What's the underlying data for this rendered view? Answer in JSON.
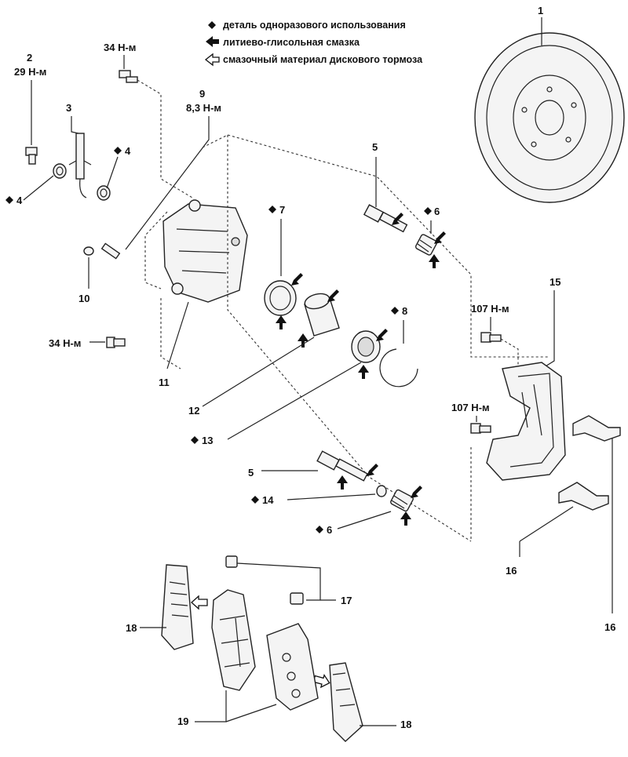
{
  "legend": {
    "single_use": "деталь одноразового использования",
    "lithium_grease": "литиево-глисольная смазка",
    "disc_brake_grease": "смазочный материал дискового тормоза"
  },
  "labels": {
    "p1": "1",
    "p2_num": "2",
    "p2_torque": "29 Н-м",
    "p3": "3",
    "p4a": "4",
    "p4b": "4",
    "p5a": "5",
    "p5b": "5",
    "p6a": "6",
    "p6b": "6",
    "p7": "7",
    "p8": "8",
    "p9_num": "9",
    "p9_torque": "8,3 Н-м",
    "p10": "10",
    "p11": "11",
    "p12": "12",
    "p13": "13",
    "p14": "14",
    "p15": "15",
    "p16a": "16",
    "p16b": "16",
    "p17": "17",
    "p18a": "18",
    "p18b": "18",
    "p19": "19",
    "t34a": "34 Н-м",
    "t34b": "34 Н-м",
    "t107a": "107 Н-м",
    "t107b": "107 Н-м"
  }
}
